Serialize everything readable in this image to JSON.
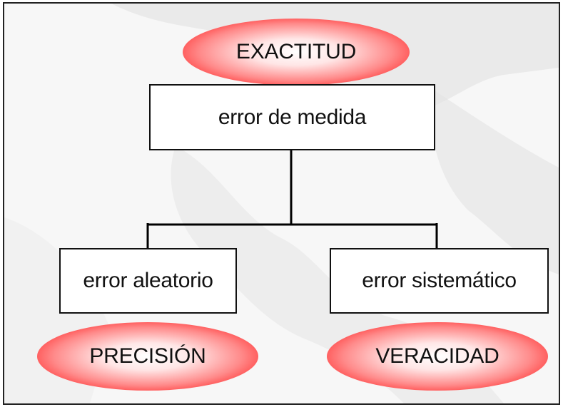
{
  "diagram": {
    "top_concept": "EXACTITUD",
    "root_box": "error de medida",
    "left_box": "error aleatorio",
    "right_box": "error sistemático",
    "left_concept": "PRECISIÓN",
    "right_concept": "VERACIDAD"
  },
  "colors": {
    "ellipse_center": "#ffffff",
    "ellipse_edge": "#e60000",
    "box_border": "#111111",
    "connector": "#000000"
  }
}
